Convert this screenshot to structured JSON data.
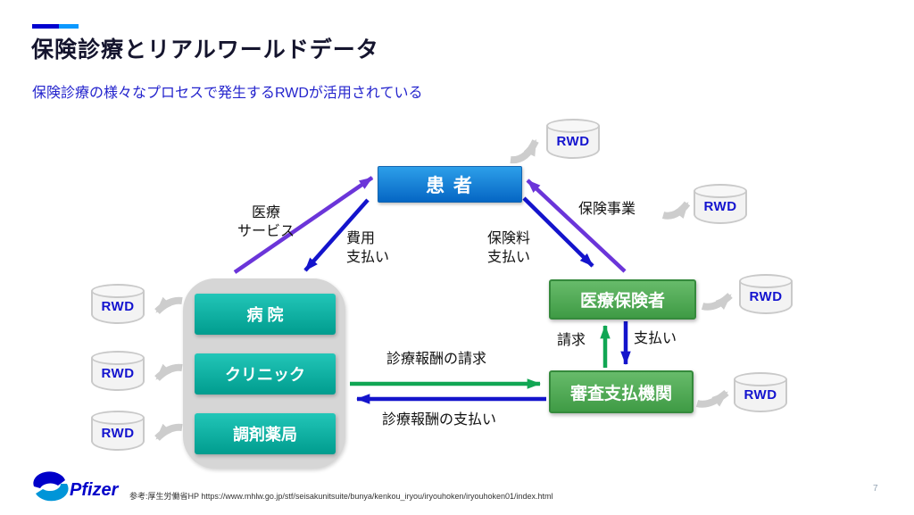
{
  "slide": {
    "title": "保険診療とリアルワールドデータ",
    "subtitle": "保険診療の様々なプロセスで発生するRWDが活用されている",
    "page_number": "7",
    "reference": "参考:厚生労働省HP https://www.mhlw.go.jp/stf/seisakunitsuite/bunya/kenkou_iryou/iryouhoken/iryouhoken01/index.html",
    "logo_text": "Pfizer"
  },
  "diagram": {
    "rwd_label": "RWD",
    "nodes": {
      "patient": "患 者",
      "hospital": "病 院",
      "clinic": "クリニック",
      "pharmacy": "調剤薬局",
      "insurer": "医療保険者",
      "payment_org": "審査支払機関"
    },
    "labels": {
      "medical_service_l1": "医療",
      "medical_service_l2": "サービス",
      "cost_payment_l1": "費用",
      "cost_payment_l2": "支払い",
      "premium_payment_l1": "保険料",
      "premium_payment_l2": "支払い",
      "insurance_business": "保険事業",
      "claim": "請求",
      "payment": "支払い",
      "fee_claim": "診療報酬の請求",
      "fee_payment": "診療報酬の支払い"
    },
    "colors": {
      "accent_dark_blue": "#0202cf",
      "accent_light_blue": "#0b99ff",
      "subtitle_blue": "#2424cd",
      "patient_blue": "#0b82dd",
      "provider_teal": "#0fb3a5",
      "org_green": "#4aa94e",
      "arrow_purple": "#6b35d9",
      "arrow_blue": "#1414cc",
      "arrow_green": "#10a653",
      "arrow_gray": "#cdcdcd",
      "rwd_text_blue": "#1414cf"
    }
  }
}
